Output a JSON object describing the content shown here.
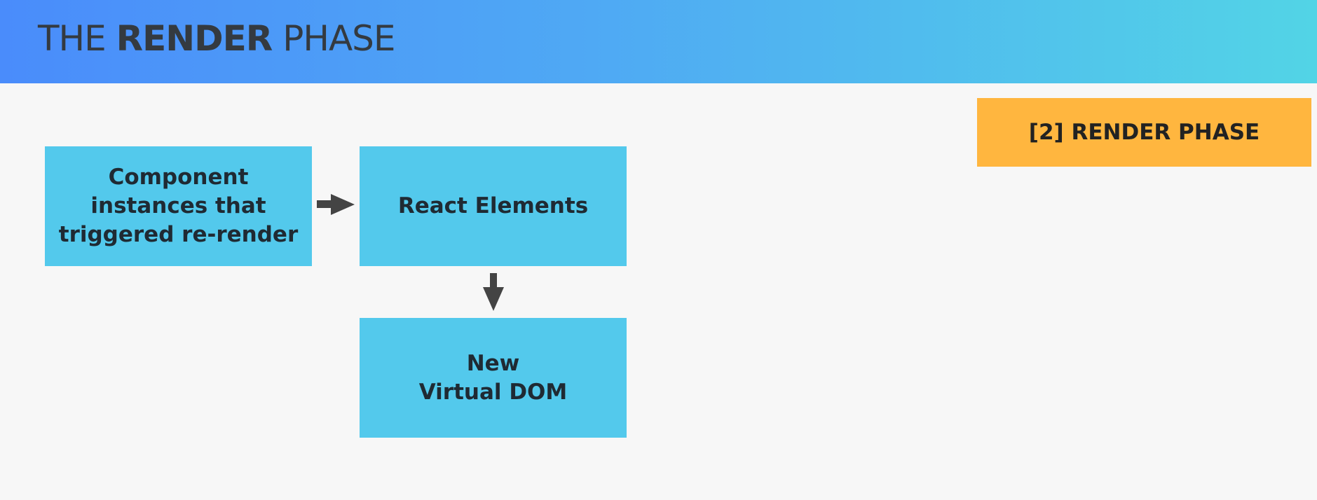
{
  "header": {
    "title_prefix": "THE ",
    "title_bold": "RENDER",
    "title_suffix": " PHASE",
    "gradient_start": "#4a8cfb",
    "gradient_end": "#52d4e6"
  },
  "badge": {
    "label": "[2] RENDER PHASE",
    "color": "#ffb63f"
  },
  "diagram": {
    "box_color": "#53c9ec",
    "arrow_color": "#444444",
    "nodes": [
      {
        "id": "component-instances",
        "lines": [
          "Component",
          "instances that",
          "triggered re-render"
        ]
      },
      {
        "id": "react-elements",
        "lines": [
          "React Elements"
        ]
      },
      {
        "id": "new-virtual-dom",
        "lines": [
          "New",
          "Virtual DOM"
        ]
      }
    ],
    "edges": [
      {
        "from": "component-instances",
        "to": "react-elements",
        "icon": "arrow-right-icon"
      },
      {
        "from": "react-elements",
        "to": "new-virtual-dom",
        "icon": "arrow-down-icon"
      }
    ]
  }
}
